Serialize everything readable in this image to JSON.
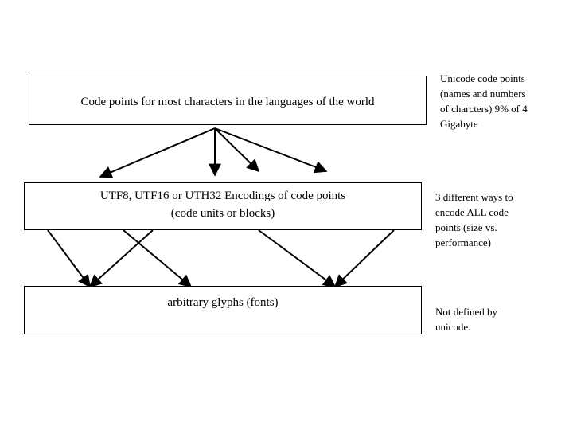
{
  "boxes": {
    "top": "Code points for most characters in the languages of the world",
    "middle_line1": "UTF8, UTF16 or UTH32 Encodings of code points",
    "middle_line2": "(code units or blocks)",
    "bottom": "arbitrary glyphs (fonts)"
  },
  "notes": {
    "top": "Unicode code points\n(names and numbers\nof charcters) 9% of 4\nGigabyte",
    "middle": "3 different ways to\nencode ALL code\npoints (size vs.\nperformance)",
    "bottom": "Not defined by\nunicode."
  }
}
